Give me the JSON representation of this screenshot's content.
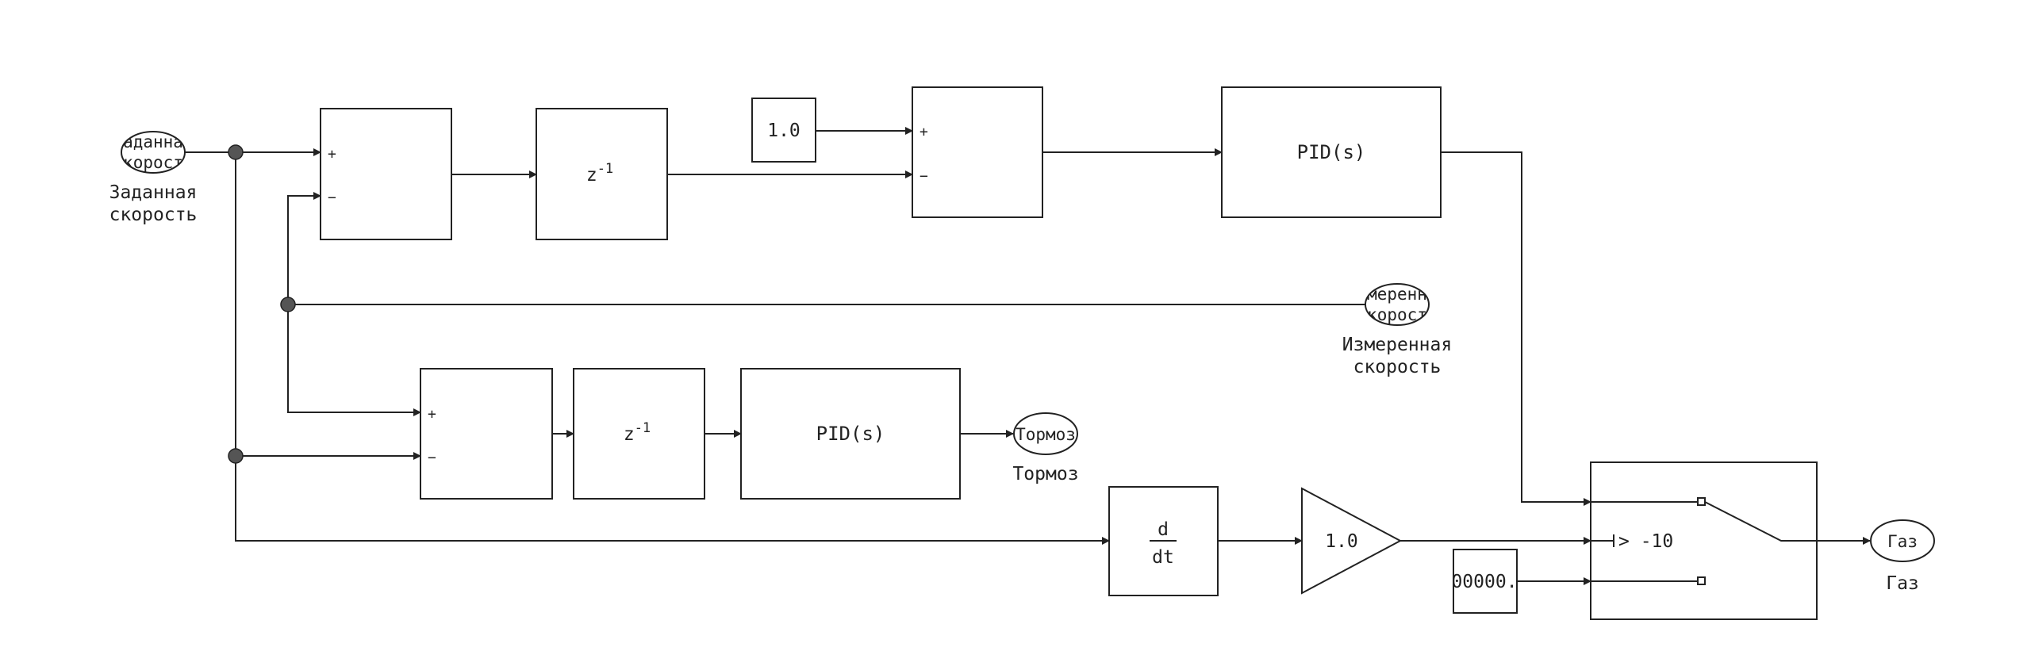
{
  "blocks": {
    "setpoint_port": {
      "inner": "Заданная скорость",
      "caption": "Заданная\nскорость"
    },
    "measured_port": {
      "inner": "Измеренная скорость",
      "caption": "Измеренная\nскорость"
    },
    "brake_port": {
      "inner": "Тормоз",
      "caption": "Тормоз"
    },
    "gas_port": {
      "inner": "Газ",
      "caption": "Газ"
    },
    "const_top": {
      "value": "1.0"
    },
    "pid_top": {
      "label": "PID(s)"
    },
    "pid_bottom": {
      "label": "PID(s)"
    },
    "delay_top": {
      "base": "z",
      "exp": "-1"
    },
    "delay_bottom": {
      "base": "z",
      "exp": "-1"
    },
    "deriv": {
      "num": "d",
      "den": "dt"
    },
    "gain": {
      "value": "1.0"
    },
    "const_zero": {
      "value": "00000."
    },
    "switch": {
      "threshold": "> -10"
    },
    "sum_top": {
      "plus": "+",
      "minus": "−"
    },
    "sum_mid": {
      "plus": "+",
      "minus": "−"
    },
    "sum_bottom": {
      "plus": "+",
      "minus": "−"
    }
  }
}
